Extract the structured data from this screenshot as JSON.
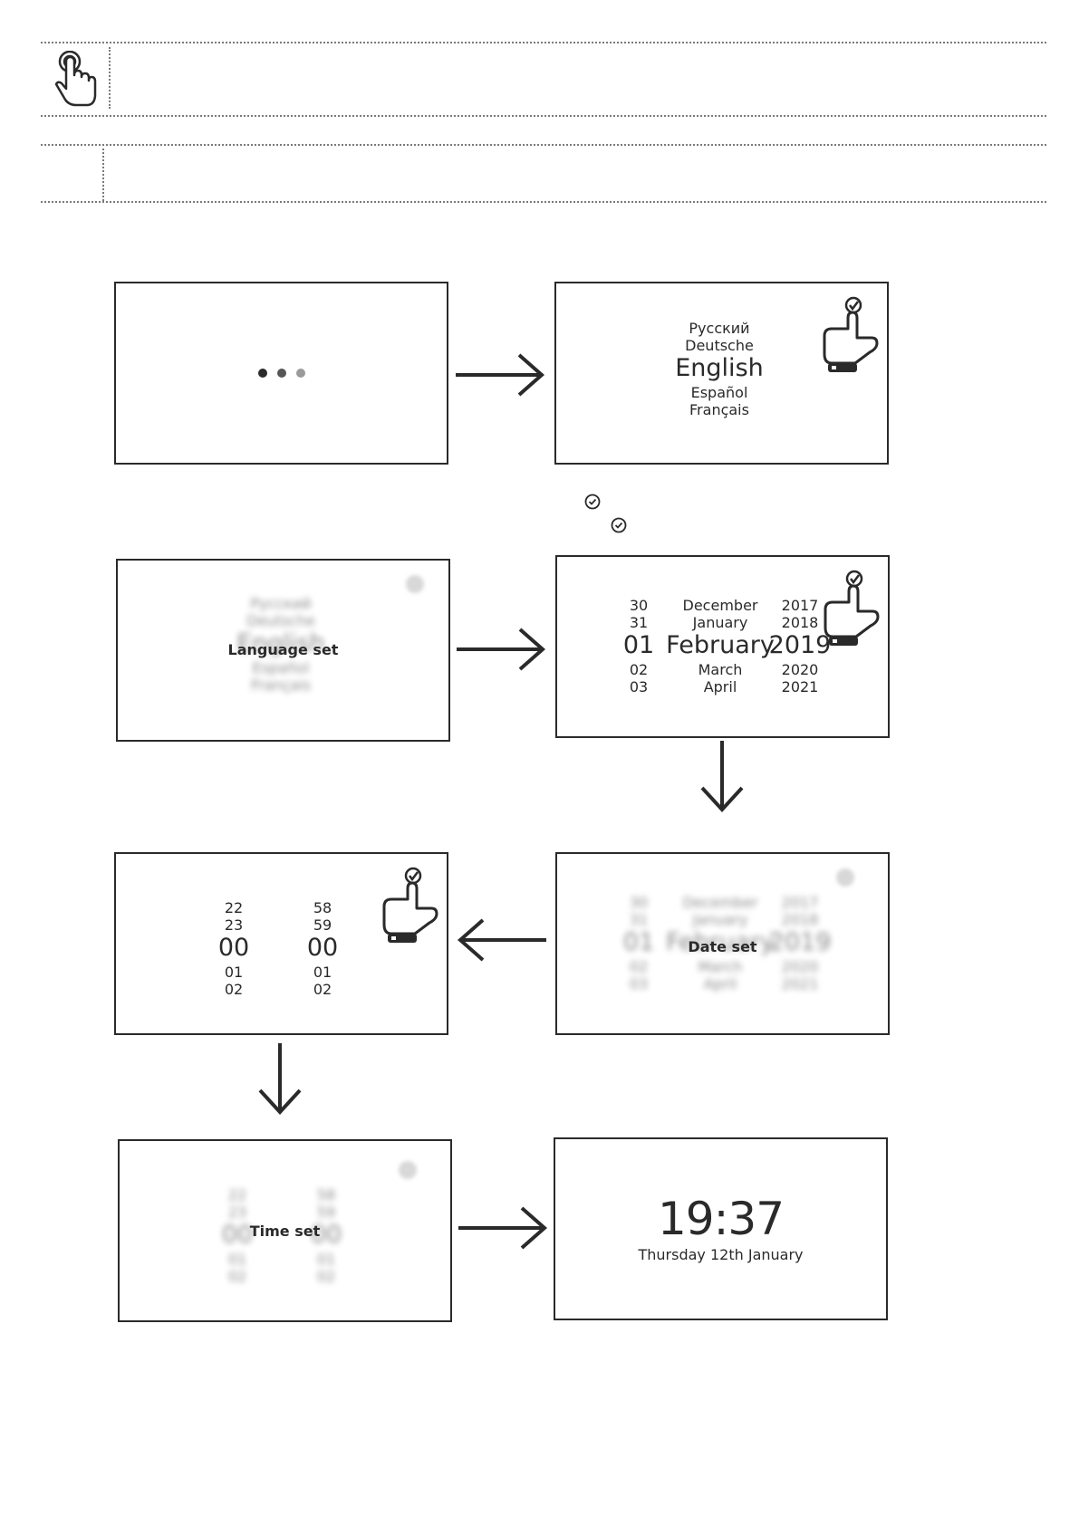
{
  "screens": {
    "language_select": {
      "options_above": [
        "Русский",
        "Deutsche"
      ],
      "selected": "English",
      "options_below": [
        "Español",
        "Français"
      ]
    },
    "language_set": {
      "label": "Language set",
      "blurred_options": [
        "Русский",
        "Deutsche",
        "English",
        "Español",
        "Français"
      ]
    },
    "date_select": {
      "days_above": [
        "30",
        "31"
      ],
      "day_selected": "01",
      "days_below": [
        "02",
        "03"
      ],
      "months_above": [
        "December",
        "January"
      ],
      "month_selected": "February",
      "months_below": [
        "March",
        "April"
      ],
      "years_above": [
        "2017",
        "2018"
      ],
      "year_selected": "2019",
      "years_below": [
        "2020",
        "2021"
      ]
    },
    "date_set": {
      "label": "Date set"
    },
    "time_select": {
      "hours_above": [
        "22",
        "23"
      ],
      "hour_selected": "00",
      "hours_below": [
        "01",
        "02"
      ],
      "minutes_above": [
        "58",
        "59"
      ],
      "minute_selected": "00",
      "minutes_below": [
        "01",
        "02"
      ]
    },
    "time_set": {
      "label": "Time set"
    },
    "home": {
      "time": "19:37",
      "date": "Thursday 12th January"
    }
  },
  "colors": {
    "line": "#2a2a2a",
    "dot_dark": "#2a2a2a",
    "dot_mid": "#555555",
    "dot_light": "#9a9a9a",
    "faded": "#bdbdbd"
  },
  "icons": [
    "tap-hand-icon",
    "hand-pointer-icon",
    "check-circle-icon",
    "arrow-right-icon",
    "arrow-down-icon",
    "arrow-left-icon"
  ]
}
